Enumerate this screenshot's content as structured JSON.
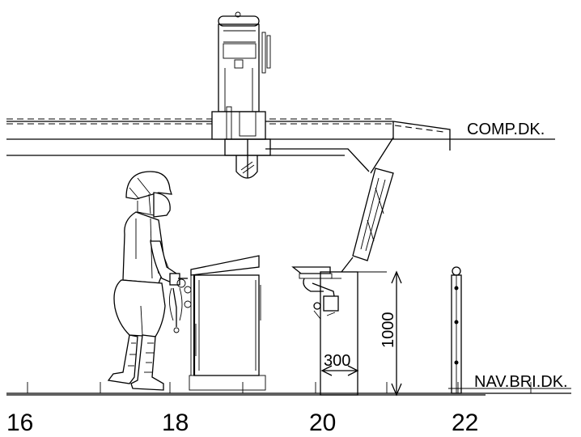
{
  "labels": {
    "deck_upper": "COMP.DK.",
    "deck_lower": "NAV.BRI.DK."
  },
  "dimensions": {
    "height": "1000",
    "width": "300"
  },
  "frame_numbers": [
    "16",
    "18",
    "20",
    "22"
  ]
}
